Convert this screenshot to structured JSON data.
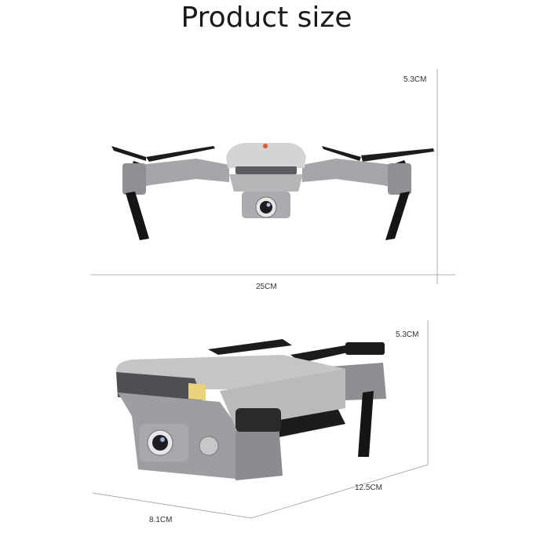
{
  "title": "Product size",
  "front_view": {
    "height_label": "5.3CM",
    "width_label": "25CM"
  },
  "folded_view": {
    "height_label": "5.3CM",
    "length_label": "12.5CM",
    "width_label": "8.1CM"
  },
  "colors": {
    "body": "#9c9ea1",
    "body_light": "#c9cacc",
    "body_dark": "#6f7174",
    "prop": "#1c1c1c",
    "dim_line": "#9a9a9a"
  }
}
